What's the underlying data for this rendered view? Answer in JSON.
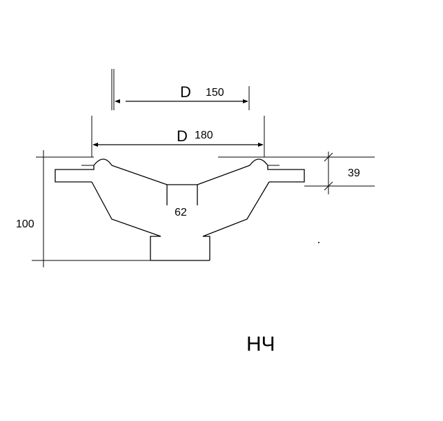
{
  "dimensions": {
    "inner_diameter": {
      "symbol": "D",
      "value": "150"
    },
    "outer_diameter": {
      "symbol": "D",
      "value": "180"
    },
    "magnet_height": "39",
    "voice_coil_width": "62",
    "total_height": "100"
  },
  "title": "НЧ",
  "colors": {
    "line": "#000000",
    "background": "#ffffff"
  }
}
